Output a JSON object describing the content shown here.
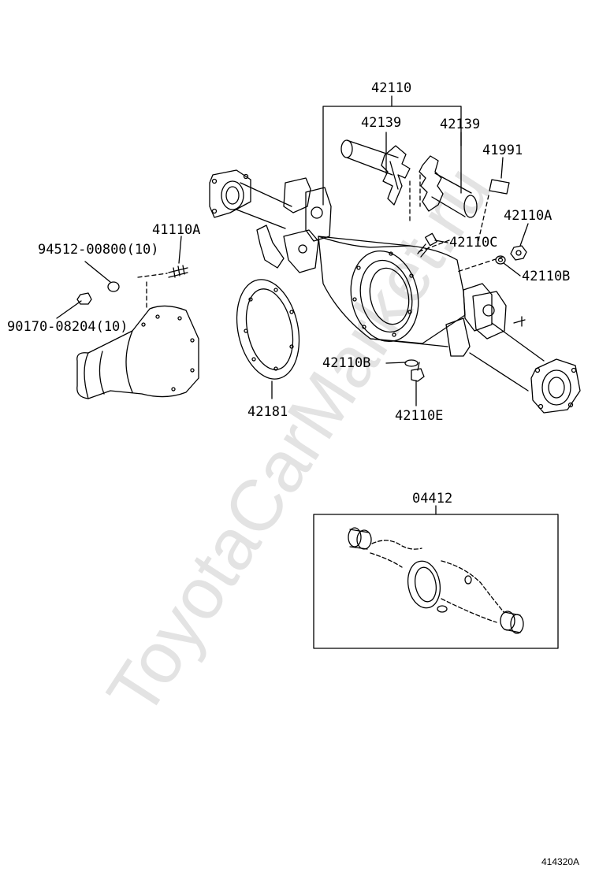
{
  "watermark": "ToyotaCarMarket.ru",
  "figure_number": "414320A",
  "parts": {
    "p42110": "42110",
    "p42139_left": "42139",
    "p42139_right": "42139",
    "p41991": "41991",
    "p41110A": "41110A",
    "p42110A": "42110A",
    "p94512": "94512-00800(10)",
    "p42110C": "42110C",
    "p42110B_top": "42110B",
    "p90170": "90170-08204(10)",
    "p42110B_bottom": "42110B",
    "p42181": "42181",
    "p42110E": "42110E",
    "p04412": "04412"
  }
}
